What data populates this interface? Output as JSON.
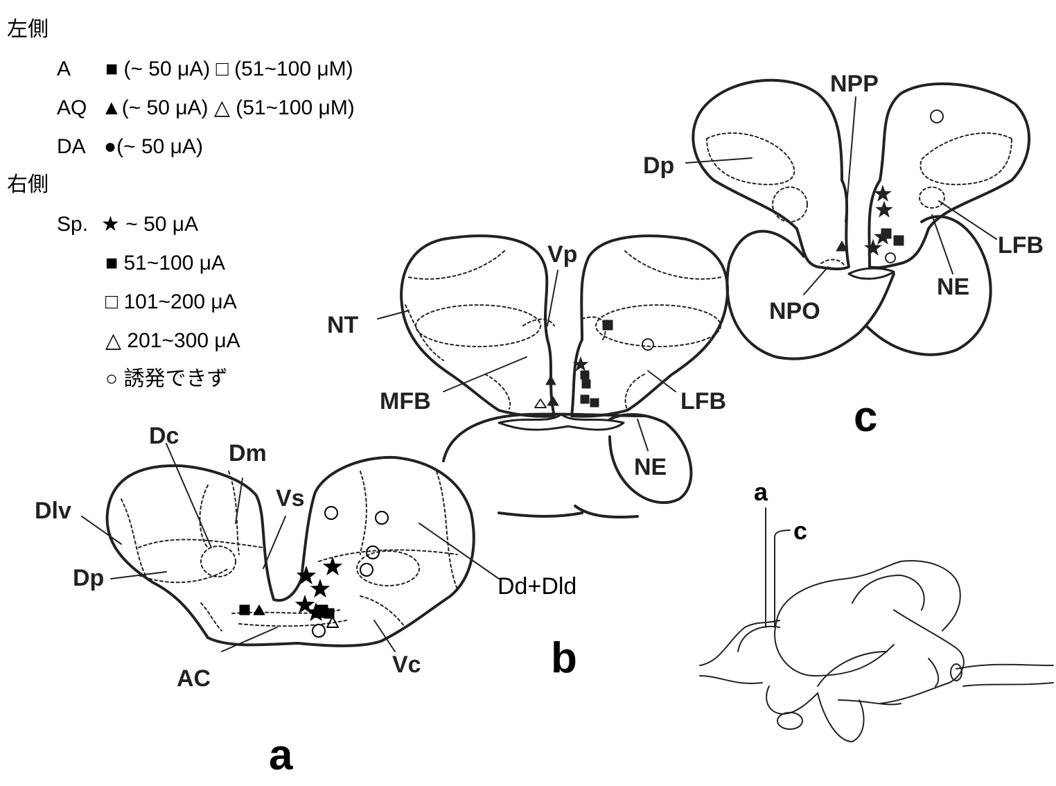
{
  "legend": {
    "left_heading": "左側",
    "left_rows": [
      {
        "label": "A",
        "text": "■ (~ 50 μA) □ (51~100 μM)"
      },
      {
        "label": "AQ",
        "text": "▲(~ 50 μA) △ (51~100 μM)"
      },
      {
        "label": "DA",
        "text": "●(~ 50 μA)"
      }
    ],
    "right_heading": "右側",
    "right_label": "Sp.",
    "right_rows": [
      "★ ~ 50 μA",
      "■ 51~100 μA",
      "□ 101~200 μA",
      "△ 201~300 μA",
      "○ 誘発できず"
    ]
  },
  "section_a": {
    "panel_label": "a",
    "labels": {
      "dc": "Dc",
      "dm": "Dm",
      "dlv": "Dlv",
      "vs": "Vs",
      "dp": "Dp",
      "dd_dld": "Dd+Dld",
      "ac": "AC",
      "vc": "Vc"
    }
  },
  "section_b": {
    "panel_label": "b",
    "labels": {
      "vp": "Vp",
      "nt": "NT",
      "mfb": "MFB",
      "lfb": "LFB",
      "ne": "NE"
    }
  },
  "section_c": {
    "panel_label": "c",
    "labels": {
      "npp": "NPP",
      "dp": "Dp",
      "lfb": "LFB",
      "ne": "NE",
      "npo": "NPO"
    }
  },
  "inset": {
    "level_a": "a",
    "level_c": "c"
  }
}
